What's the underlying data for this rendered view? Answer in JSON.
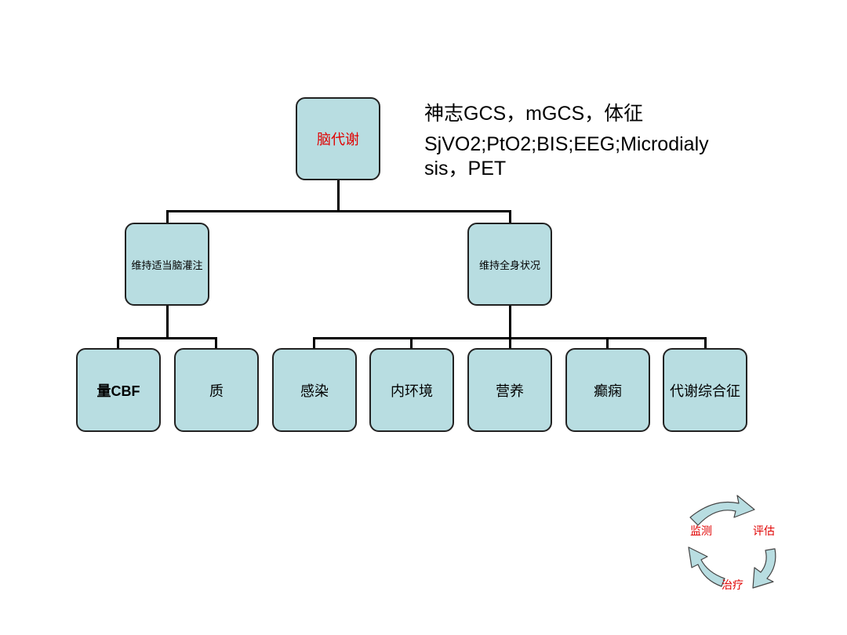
{
  "root": {
    "label": "脑代谢"
  },
  "notes": {
    "line1": "神志GCS，mGCS，体征",
    "line2a": "SjVO2;PtO2;BIS;EEG;Microdialy",
    "line2b": "sis，PET"
  },
  "branches": [
    {
      "label": "维持适当脑灌注",
      "children": [
        "量CBF",
        "质"
      ]
    },
    {
      "label": "维持全身状况",
      "children": [
        "感染",
        "内环境",
        "营养",
        "癫痫",
        "代谢综合征"
      ]
    }
  ],
  "cycle": {
    "labels": [
      "监测",
      "评估",
      "治疗"
    ]
  },
  "colors": {
    "box_fill": "#b8dde1",
    "accent_red": "#e00000"
  }
}
